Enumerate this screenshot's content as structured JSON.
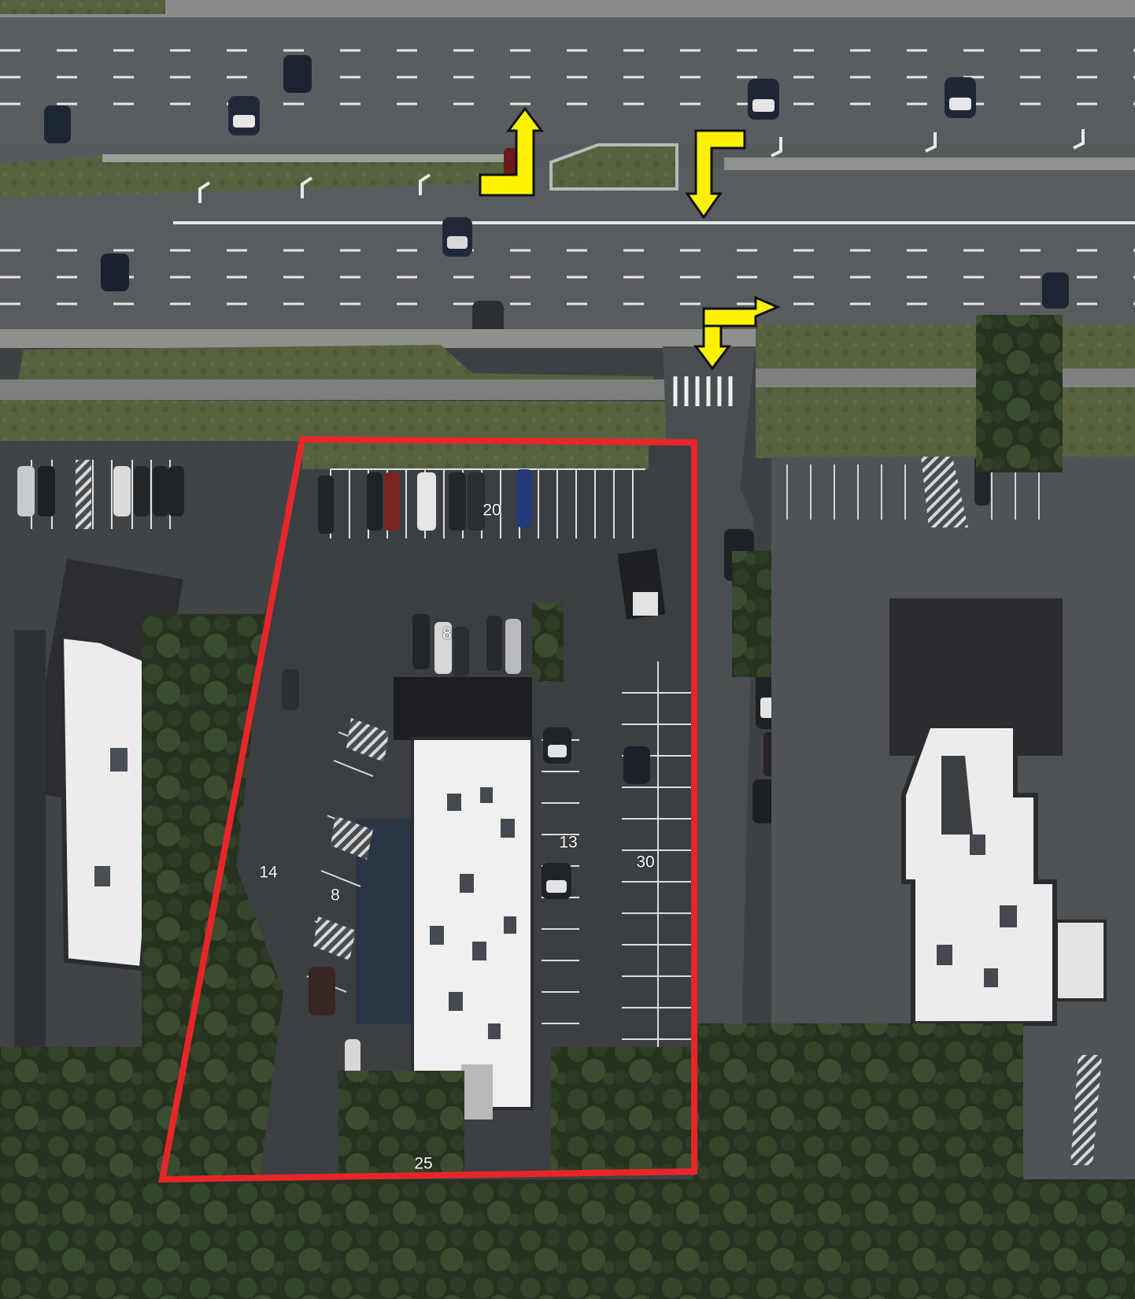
{
  "colors": {
    "boundary": "#e8262a",
    "arrow_fill": "#fff200",
    "arrow_outline": "#111111",
    "label_text": "#ffffff"
  },
  "parking_counts": {
    "north_row": "20",
    "center_north": "8",
    "west_edge": "14",
    "west_inner": "8",
    "east_inner": "13",
    "east_outer": "30",
    "south": "25"
  }
}
